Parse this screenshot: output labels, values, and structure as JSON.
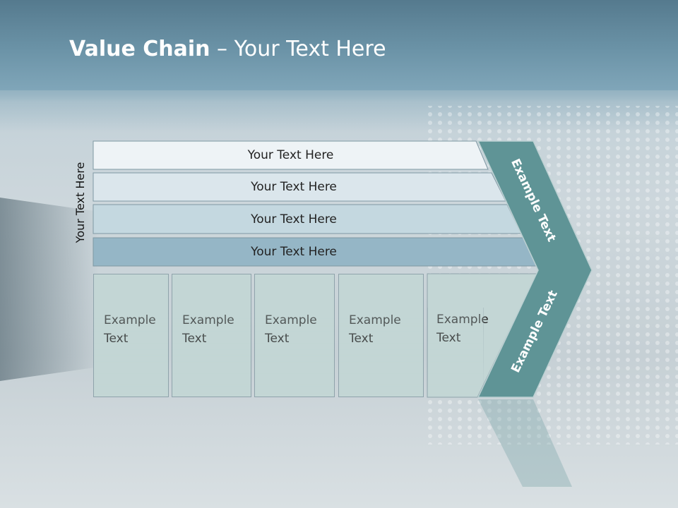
{
  "slide": {
    "title_bold": "Value Chain",
    "title_rest": " – Your Text Here",
    "side_label": "Your Text Here",
    "bands": [
      "Your Text Here",
      "Your Text Here",
      "Your Text Here",
      "Your Text Here"
    ],
    "boxes": [
      {
        "line1": "Example",
        "line2": "Text"
      },
      {
        "line1": "Example",
        "line2": "Text"
      },
      {
        "line1": "Example",
        "line2": "Text"
      },
      {
        "line1": "Example",
        "line2": "Text"
      },
      {
        "line1": "Example",
        "line2": "Text"
      }
    ],
    "chevron_top": "Example Text",
    "chevron_bottom": "Example Text"
  },
  "colors": {
    "header": "#6b93a7",
    "chevron": "#5f9496",
    "band1": "#eef3f6",
    "band2": "#dbe6ec",
    "band3": "#c4d8e0",
    "band4": "#95b6c6",
    "box": "#c3d6d5"
  }
}
